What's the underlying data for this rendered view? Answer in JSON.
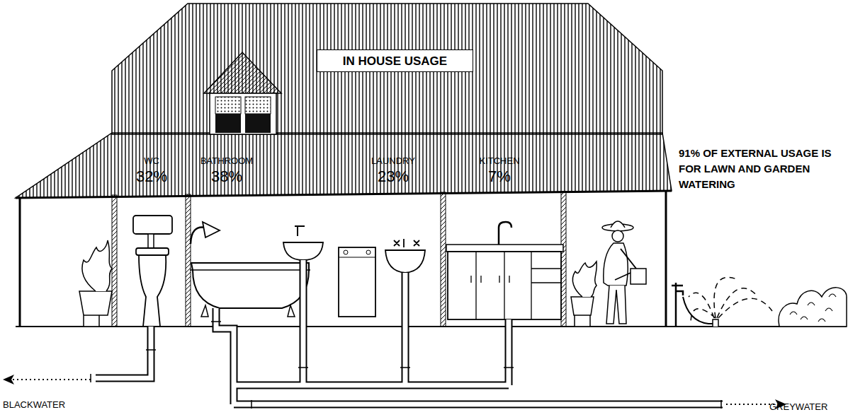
{
  "diagram": {
    "nodes": [
      {
        "text": [
          "IN HOUSE USAGE"
        ]
      },
      {
        "text": [
          "WC",
          "32%"
        ]
      },
      {
        "text": [
          "BATHROOM",
          "38%"
        ]
      },
      {
        "text": [
          "LAUNDRY",
          "23%"
        ]
      },
      {
        "text": [
          "KITCHEN",
          "7%"
        ]
      }
    ],
    "labels": [
      "91% OF EXTERNAL USAGE IS FOR LAWN AND GARDEN WATERING",
      "BLACKWATER",
      "GREYWATER"
    ]
  }
}
